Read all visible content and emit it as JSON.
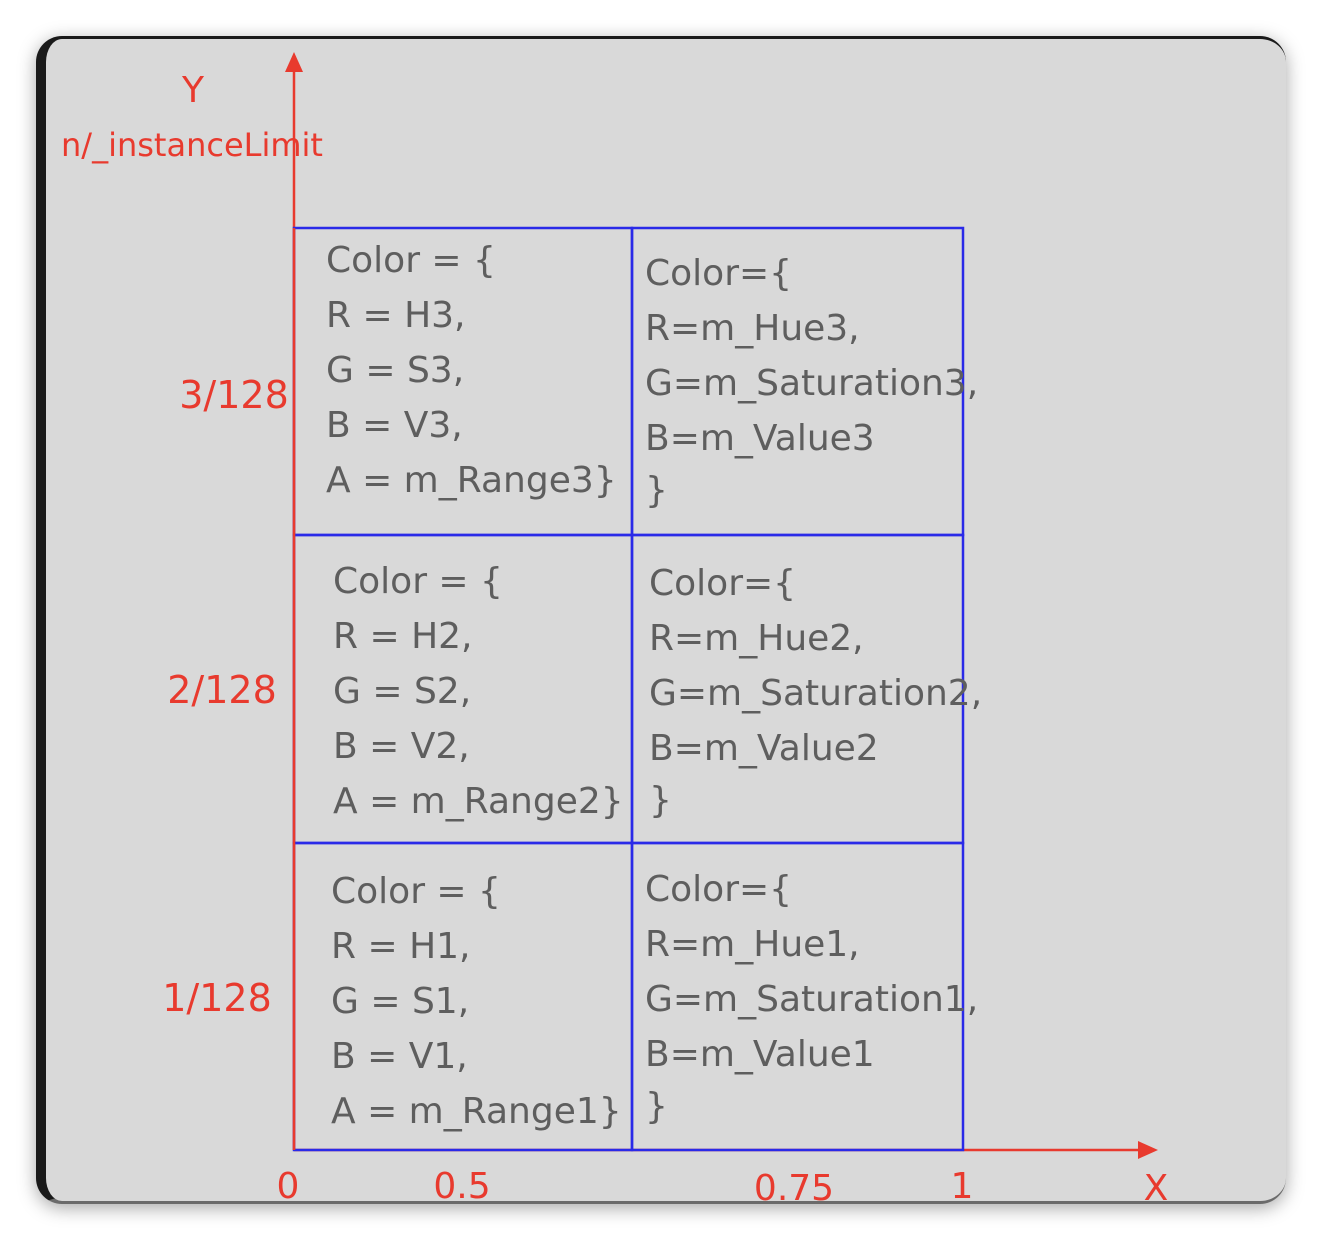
{
  "colors": {
    "axis": "#e83a2e",
    "grid": "#2a2ae8",
    "text": "#5e5e5e",
    "background": "#d9d9d9"
  },
  "axes": {
    "y_label": "Y",
    "y_sublabel": "n/_instanceLimit",
    "x_label": "X",
    "y_ticks": [
      "3/128",
      "2/128",
      "1/128"
    ],
    "x_ticks": [
      "0",
      "0.5",
      "0.75",
      "1"
    ]
  },
  "cells": {
    "row3": {
      "left": [
        "Color = {",
        "R = H3,",
        "G = S3,",
        "B = V3,",
        "A = m_Range3}"
      ],
      "right": [
        "Color={",
        "R=m_Hue3,",
        "G=m_Saturation3,",
        "B=m_Value3",
        "}"
      ]
    },
    "row2": {
      "left": [
        "Color = {",
        "R = H2,",
        "G = S2,",
        "B = V2,",
        "A = m_Range2}"
      ],
      "right": [
        "Color={",
        "R=m_Hue2,",
        "G=m_Saturation2,",
        "B=m_Value2",
        "}"
      ]
    },
    "row1": {
      "left": [
        "Color = {",
        "R = H1,",
        "G = S1,",
        "B = V1,",
        "A = m_Range1}"
      ],
      "right": [
        "Color={",
        "R=m_Hue1,",
        "G=m_Saturation1,",
        "B=m_Value1",
        "}"
      ]
    }
  }
}
